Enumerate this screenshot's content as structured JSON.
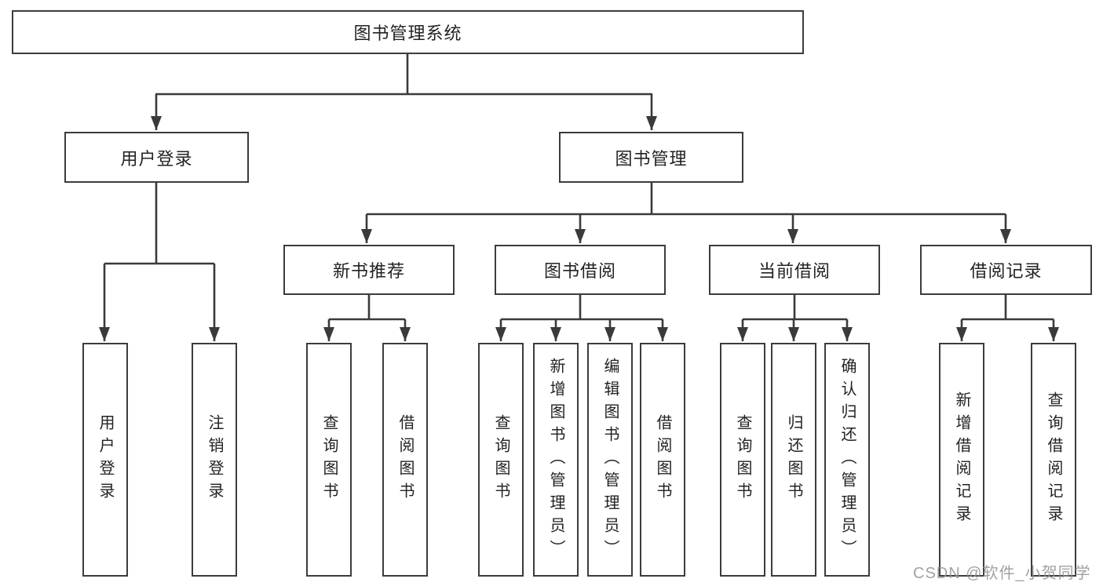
{
  "tree": {
    "root": {
      "label": "图书管理系统",
      "children": [
        {
          "label": "用户登录",
          "children": [
            {
              "label": "用户登录"
            },
            {
              "label": "注销登录"
            }
          ]
        },
        {
          "label": "图书管理",
          "children": [
            {
              "label": "新书推荐",
              "children": [
                {
                  "label": "查询图书"
                },
                {
                  "label": "借阅图书"
                }
              ]
            },
            {
              "label": "图书借阅",
              "children": [
                {
                  "label": "查询图书"
                },
                {
                  "label": "新增图书（管理员）"
                },
                {
                  "label": "编辑图书（管理员）"
                },
                {
                  "label": "借阅图书"
                }
              ]
            },
            {
              "label": "当前借阅",
              "children": [
                {
                  "label": "查询图书"
                },
                {
                  "label": "归还图书"
                },
                {
                  "label": "确认归还（管理员）"
                }
              ]
            },
            {
              "label": "借阅记录",
              "children": [
                {
                  "label": "新增借阅记录"
                },
                {
                  "label": "查询借阅记录"
                }
              ]
            }
          ]
        }
      ]
    }
  },
  "watermark": {
    "text": "CSDN @软件_小贺同学",
    "color": "#949494"
  },
  "colors": {
    "line": "#3a3a3a",
    "box_border": "#3c3c3c",
    "box_fill": "#ffffff",
    "text": "#232323",
    "background": "#ffffff"
  }
}
